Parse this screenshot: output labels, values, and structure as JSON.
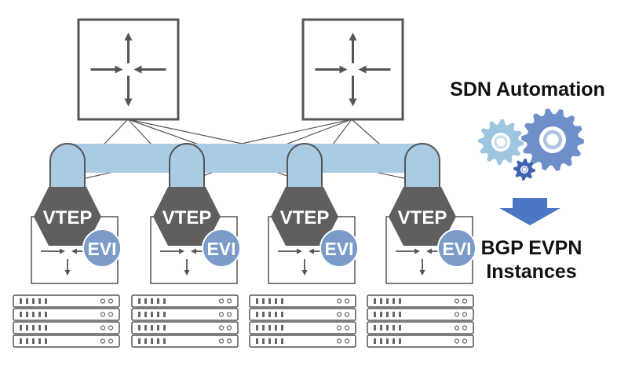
{
  "diagram": {
    "automation_label": "SDN Automation",
    "result_line1": "BGP EVPN",
    "result_line2": "Instances",
    "leaves": [
      {
        "vtep_label": "VTEP",
        "evi_label": "EVI"
      },
      {
        "vtep_label": "VTEP",
        "evi_label": "EVI"
      },
      {
        "vtep_label": "VTEP",
        "evi_label": "EVI"
      },
      {
        "vtep_label": "VTEP",
        "evi_label": "EVI"
      }
    ],
    "colors": {
      "tunnel": "#a9cbe3",
      "hexagon": "#5f5f5f",
      "evi": "#7b9bc9",
      "gear_large": "#6f8fcb",
      "gear_light": "#9fc6e1",
      "gear_small": "#3f63b0",
      "arrow": "#4c77c4",
      "stroke": "#555555"
    },
    "icons": [
      "spine-switch-icon",
      "gear-icon",
      "down-arrow-icon",
      "server-rack-icon",
      "switch-arrows-icon"
    ]
  }
}
